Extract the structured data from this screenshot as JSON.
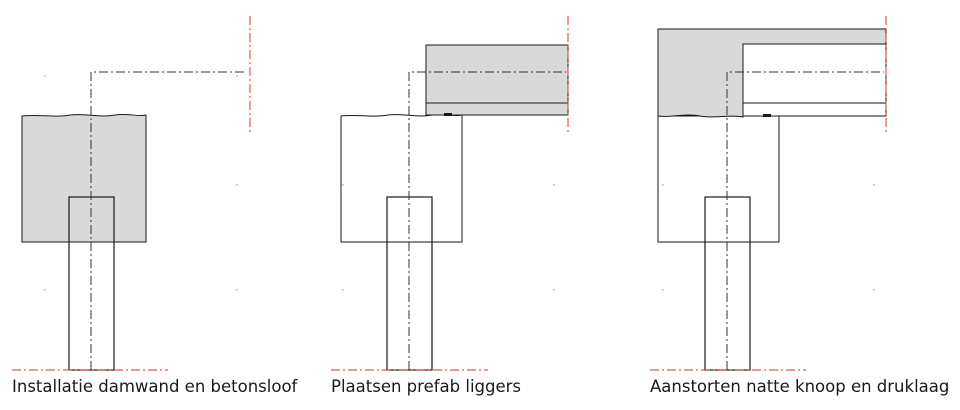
{
  "stages": [
    {
      "caption": "Installatie damwand en betonsloof"
    },
    {
      "caption": "Plaatsen prefab liggers"
    },
    {
      "caption": "Aanstorten natte knoop en druklaag"
    }
  ],
  "colors": {
    "concrete_fill": "#d9d9d9",
    "outline": "#1a1a1a",
    "axis_red": "#e0302f",
    "axis_black": "#333333",
    "grid_dot": "#b5b5b5"
  }
}
